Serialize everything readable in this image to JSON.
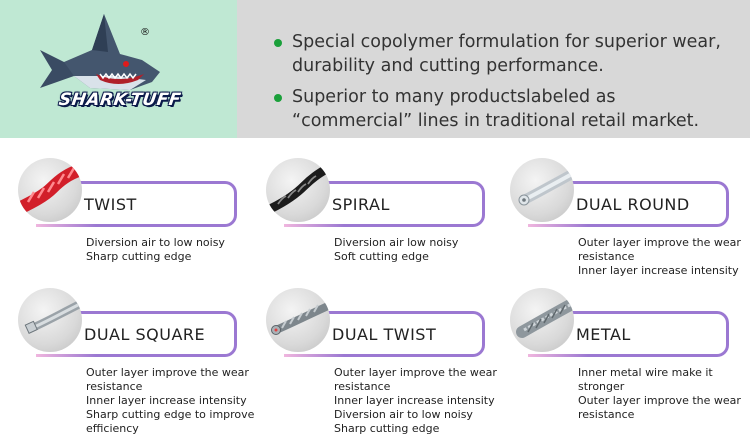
{
  "brand": {
    "logo_text": "SHARK-TUFF",
    "registered_mark": "®",
    "colors": {
      "logo_panel": "#bfe8d3",
      "header_bg": "#d8d8d8",
      "bullet": "#1aa03a",
      "accent": "#9b78d2"
    }
  },
  "features": [
    {
      "lines": [
        "Special copolymer formulation for superior wear,",
        "durability and cutting performance."
      ]
    },
    {
      "lines": [
        "Superior to many productslabeled as",
        "“commercial”  lines in traditional retail market."
      ]
    }
  ],
  "products": [
    {
      "name": "TWIST",
      "icon": "twist-line-icon",
      "lines": [
        "Diversion air to low noisy",
        "Sharp cutting edge"
      ]
    },
    {
      "name": "SPIRAL",
      "icon": "spiral-line-icon",
      "lines": [
        "Diversion air low noisy",
        "Soft cutting edge"
      ]
    },
    {
      "name": "DUAL ROUND",
      "icon": "dual-round-line-icon",
      "lines": [
        "Outer layer improve the wear",
        " resistance",
        "Inner layer increase intensity"
      ]
    },
    {
      "name": "DUAL SQUARE",
      "icon": "dual-square-line-icon",
      "lines": [
        "Outer layer improve the wear",
        "resistance",
        "Inner layer increase intensity",
        "Sharp cutting edge to improve",
        "efficiency"
      ]
    },
    {
      "name": "DUAL TWIST",
      "icon": "dual-twist-line-icon",
      "lines": [
        "Outer layer improve the wear",
        "resistance",
        "Inner layer increase intensity",
        "Diversion air to low noisy",
        "Sharp cutting edge"
      ]
    },
    {
      "name": "METAL",
      "icon": "metal-line-icon",
      "lines": [
        "Inner metal wire make it",
        "stronger",
        "Outer layer improve the wear",
        "resistance"
      ]
    }
  ]
}
